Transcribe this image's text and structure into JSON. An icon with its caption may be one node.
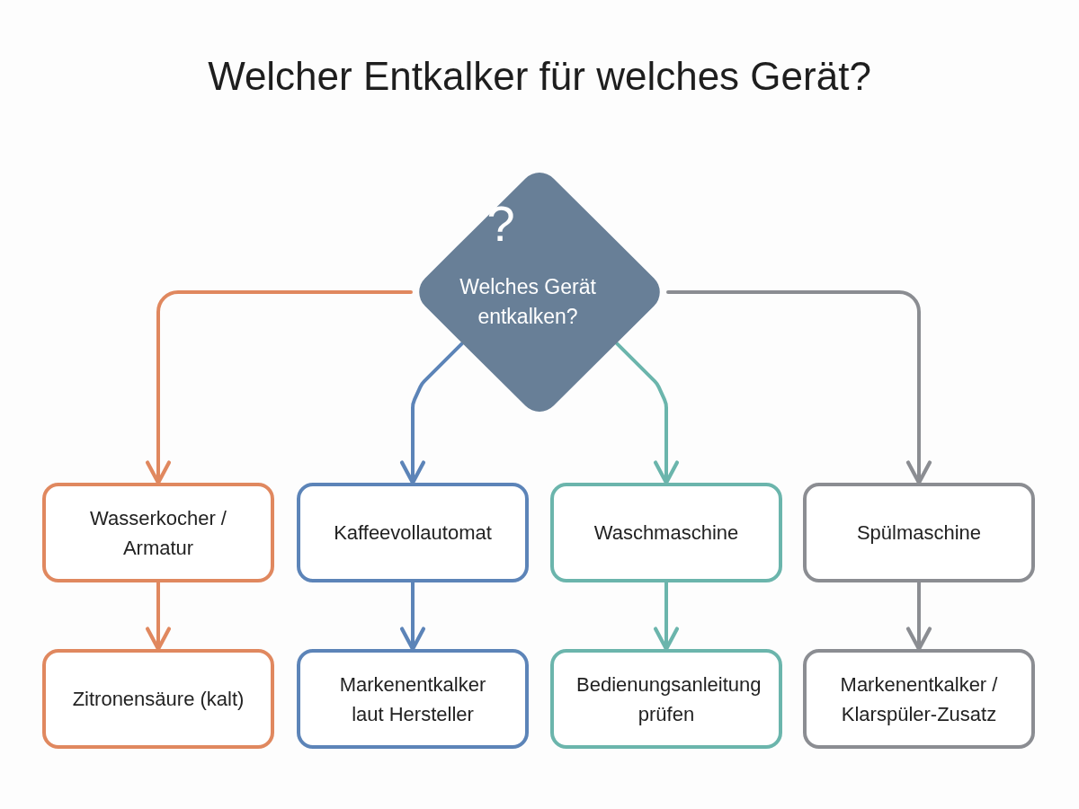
{
  "diagram": {
    "title": "Welcher Entkalker für welches Gerät?",
    "nodes": [
      {
        "text": [
          "?",
          "Welches Gerät entkalken?"
        ]
      },
      {
        "text": [
          "Wasserkocher / Armatur"
        ]
      },
      {
        "text": [
          "Kaffeevollautomat"
        ]
      },
      {
        "text": [
          "Waschmaschine"
        ]
      },
      {
        "text": [
          "Spülmaschine"
        ]
      },
      {
        "text": [
          "Zitronensäure (kalt)"
        ]
      },
      {
        "text": [
          "Markenentkalker laut Hersteller"
        ]
      },
      {
        "text": [
          "Bedienungsanleitung prüfen"
        ]
      },
      {
        "text": [
          "Markenentkalker / Klarspüler-Zusatz"
        ]
      }
    ],
    "edges": [
      {
        "from": 0,
        "to": 1,
        "arrow": "to",
        "color": "#e0885f"
      },
      {
        "from": 0,
        "to": 2,
        "arrow": "to",
        "color": "#5c84b8"
      },
      {
        "from": 0,
        "to": 3,
        "arrow": "to",
        "color": "#6bb5ac"
      },
      {
        "from": 0,
        "to": 4,
        "arrow": "to",
        "color": "#8b8d92"
      },
      {
        "from": 1,
        "to": 5,
        "arrow": "to",
        "color": "#e0885f"
      },
      {
        "from": 2,
        "to": 6,
        "arrow": "to",
        "color": "#5c84b8"
      },
      {
        "from": 3,
        "to": 7,
        "arrow": "to",
        "color": "#6bb5ac"
      },
      {
        "from": 4,
        "to": 8,
        "arrow": "to",
        "color": "#8b8d92"
      }
    ]
  }
}
